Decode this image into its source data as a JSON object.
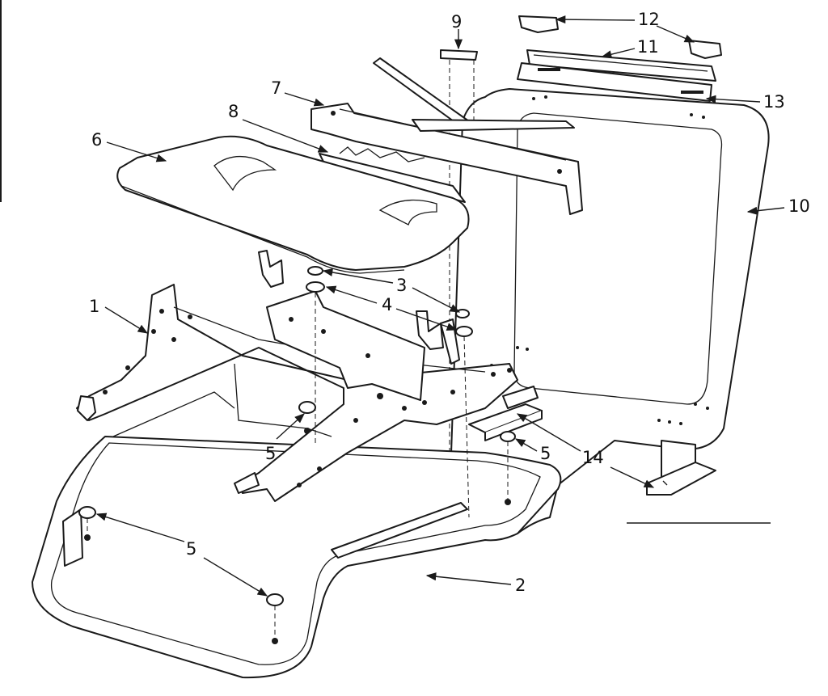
{
  "callouts": [
    {
      "id": "1",
      "label": "1"
    },
    {
      "id": "2",
      "label": "2"
    },
    {
      "id": "3",
      "label": "3"
    },
    {
      "id": "4",
      "label": "4"
    },
    {
      "id": "5a",
      "label": "5"
    },
    {
      "id": "5b",
      "label": "5"
    },
    {
      "id": "5c",
      "label": "5"
    },
    {
      "id": "6",
      "label": "6"
    },
    {
      "id": "7",
      "label": "7"
    },
    {
      "id": "8",
      "label": "8"
    },
    {
      "id": "9",
      "label": "9"
    },
    {
      "id": "10",
      "label": "10"
    },
    {
      "id": "11",
      "label": "11"
    },
    {
      "id": "12",
      "label": "12"
    },
    {
      "id": "13",
      "label": "13"
    },
    {
      "id": "14",
      "label": "14"
    }
  ]
}
